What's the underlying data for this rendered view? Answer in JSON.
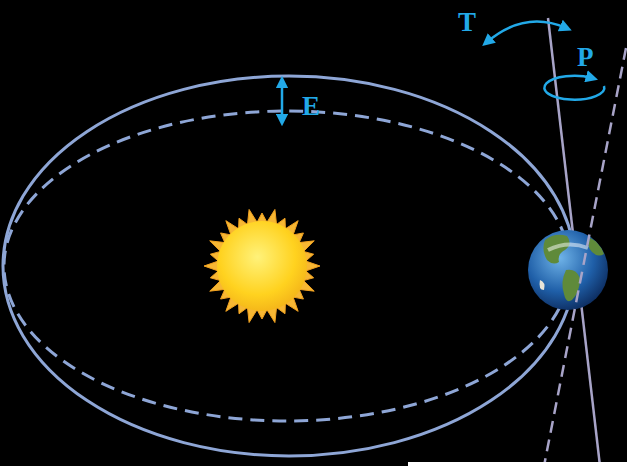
{
  "diagram": {
    "labels": [
      "E",
      "T",
      "P"
    ]
  }
}
